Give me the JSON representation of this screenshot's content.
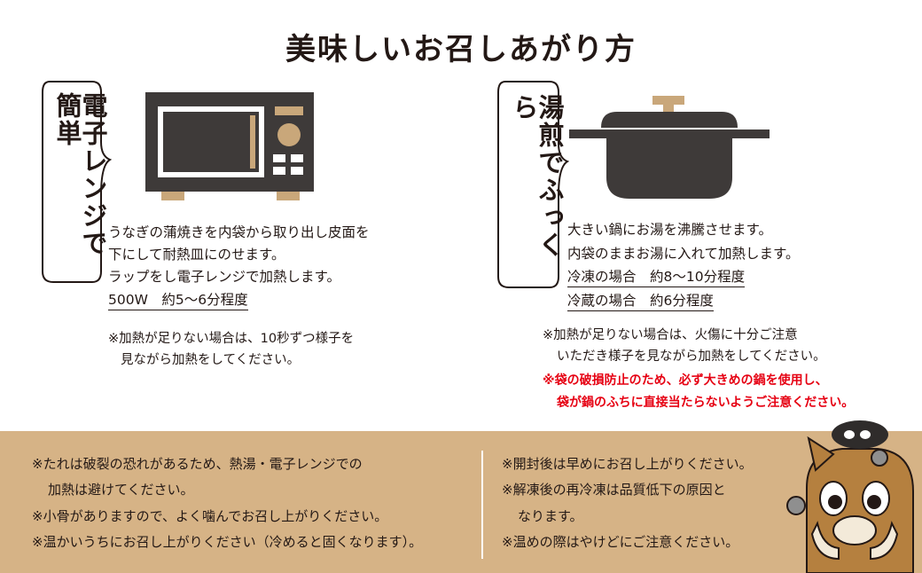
{
  "title": "美味しいお召しあがり方",
  "microwave": {
    "label": "電子レンジで簡単",
    "lines": [
      "うなぎの蒲焼きを内袋から取り出し皮面を",
      "下にして耐熱皿にのせます。",
      "ラップをし電子レンジで加熱します。"
    ],
    "time": "500W　約5～6分程度",
    "notes": [
      "※加熱が足りない場合は、10秒ずつ様子を",
      "見ながら加熱をしてください。"
    ]
  },
  "boil": {
    "label": "湯煎でふっくら",
    "lines": [
      "大きい鍋にお湯を沸騰させます。",
      "内袋のままお湯に入れて加熱します。"
    ],
    "times": [
      "冷凍の場合　約8～10分程度",
      "冷蔵の場合　約6分程度"
    ],
    "notes": [
      "※加熱が足りない場合は、火傷に十分ご注意",
      "いただき様子を見ながら加熱をしてください。"
    ],
    "warnings": [
      "※袋の破損防止のため、必ず大きめの鍋を使用し、",
      "袋が鍋のふちに直接当たらないようご注意ください。"
    ]
  },
  "bottom": {
    "left": [
      "※たれは破裂の恐れがあるため、熱湯・電子レンジでの",
      "加熱は避けてください。",
      "※小骨がありますので、よく噛んでお召し上がりください。",
      "※温かいうちにお召し上がりください（冷めると固くなります）。"
    ],
    "right": [
      "※開封後は早めにお召し上がりください。",
      "※解凍後の再冷凍は品質低下の原因と",
      "なります。",
      "※温めの際はやけどにご注意ください。"
    ]
  },
  "colors": {
    "band": "#d6b386",
    "appliance": "#3e3a39",
    "accent": "#c9a77a",
    "warning": "#e60012"
  },
  "icons": [
    "microwave-icon",
    "pot-icon",
    "mascot-icon"
  ]
}
